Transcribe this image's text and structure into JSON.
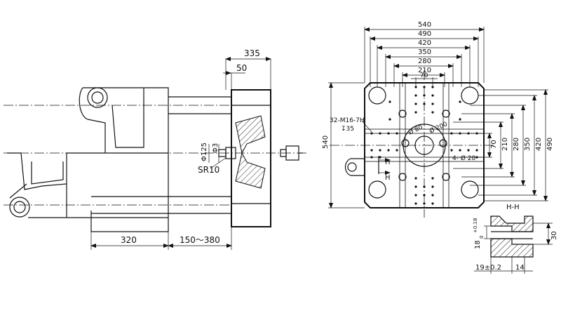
{
  "side_view": {
    "dim_335": "335",
    "dim_50": "50",
    "dim_phi125": "Φ125",
    "dim_phi3": "Φ3",
    "dim_sr10": "SR10",
    "dim_320": "320",
    "dim_150_380": "150～380"
  },
  "front_view": {
    "dim_540_top": "540",
    "dim_490_top": "490",
    "dim_420_top": "420",
    "dim_350_top": "350",
    "dim_280_top": "280",
    "dim_210_top": "210",
    "dim_70_top": "70",
    "dim_540_left": "540",
    "dim_70_right": "70",
    "dim_210_right": "210",
    "dim_280_right": "280",
    "dim_350_right": "350",
    "dim_420_right": "420",
    "dim_490_right": "490",
    "thread_note": "32-M16-7H",
    "depth_note": "↧35",
    "phi80": "Ø 80",
    "phi200": "Ø 200",
    "holes_note": "4- Ø 28",
    "section_mark": "H"
  },
  "section": {
    "title": "H-H",
    "dim_18": "18",
    "tol_plus": "+0.18",
    "tol_zero": "0",
    "dim_30": "30",
    "dim_19": "19±0.2",
    "dim_14": "14"
  }
}
